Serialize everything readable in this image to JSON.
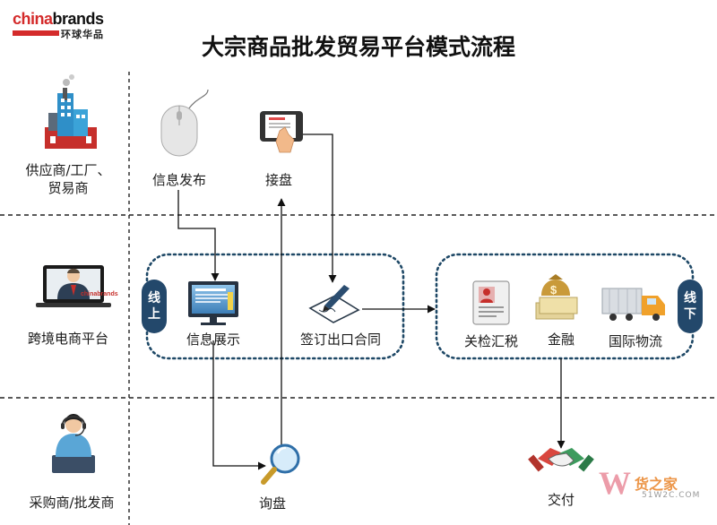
{
  "brand": {
    "logo_china": "china",
    "logo_brands": "brands",
    "logo_cn": "环球华品"
  },
  "title": "大宗商品批发贸易平台模式流程",
  "rows": {
    "supplier": "供应商/工厂、贸易商",
    "platform": "跨境电商平台",
    "buyer": "采购商/批发商"
  },
  "nodes": {
    "info_publish": "信息发布",
    "take_order": "接盘",
    "info_display": "信息展示",
    "sign_contract": "签订出口合同",
    "customs": "关检汇税",
    "finance": "金融",
    "logistics": "国际物流",
    "inquiry": "询盘",
    "delivery": "交付"
  },
  "badges": {
    "online": "线上",
    "offline": "线下"
  },
  "monitor_brand": "chinabrands",
  "watermark": {
    "w": "W",
    "text": "货之家",
    "url": "51W2C.COM"
  },
  "colors": {
    "accent": "#23486b",
    "brand_red": "#d42b2b",
    "line": "#111111"
  },
  "icons": [
    "factory-icon",
    "mouse-icon",
    "tablet-hand-icon",
    "businessman-icon",
    "monitor-icon",
    "contract-pen-icon",
    "id-card-icon",
    "money-icon",
    "truck-icon",
    "customer-service-icon",
    "magnifier-icon",
    "handshake-icon"
  ]
}
